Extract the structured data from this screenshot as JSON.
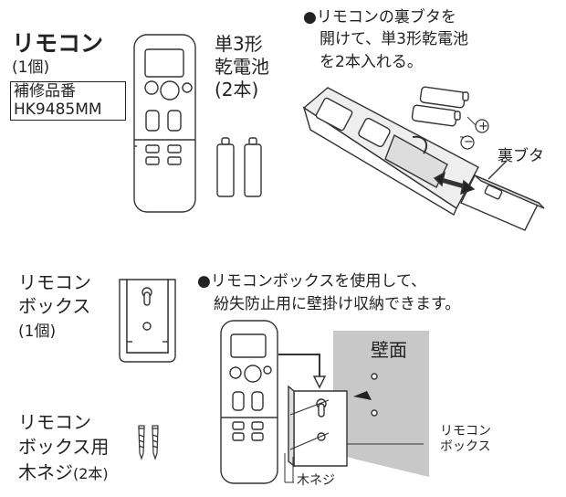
{
  "remote": {
    "name": "リモコン",
    "qty": "(1個)",
    "part_label": "補修品番",
    "part_number": "HK9485MM"
  },
  "battery": {
    "line1": "単3形",
    "line2": "乾電池",
    "qty": "(2本)"
  },
  "battery_note": {
    "line1": "●リモコンの裏ブタを",
    "line2": "開けて、単3形乾電池",
    "line3": "を2本入れる。"
  },
  "back_cover_label": "裏ブタ",
  "remote_box": {
    "line1": "リモコン",
    "line2": "ボックス",
    "qty": "(1個)"
  },
  "box_note": {
    "line1": "●リモコンボックスを使用して、",
    "line2": "紛失防止用に壁掛け収納できます。"
  },
  "wall_label": "壁面",
  "box_label": {
    "line1": "リモコン",
    "line2": "ボックス"
  },
  "screws": {
    "line1": "リモコン",
    "line2": "ボックス用",
    "line3": "木ネジ",
    "qty": "(2本)"
  },
  "screw_label": "木ネジ",
  "polarity": {
    "plus": "+",
    "minus": "−"
  }
}
